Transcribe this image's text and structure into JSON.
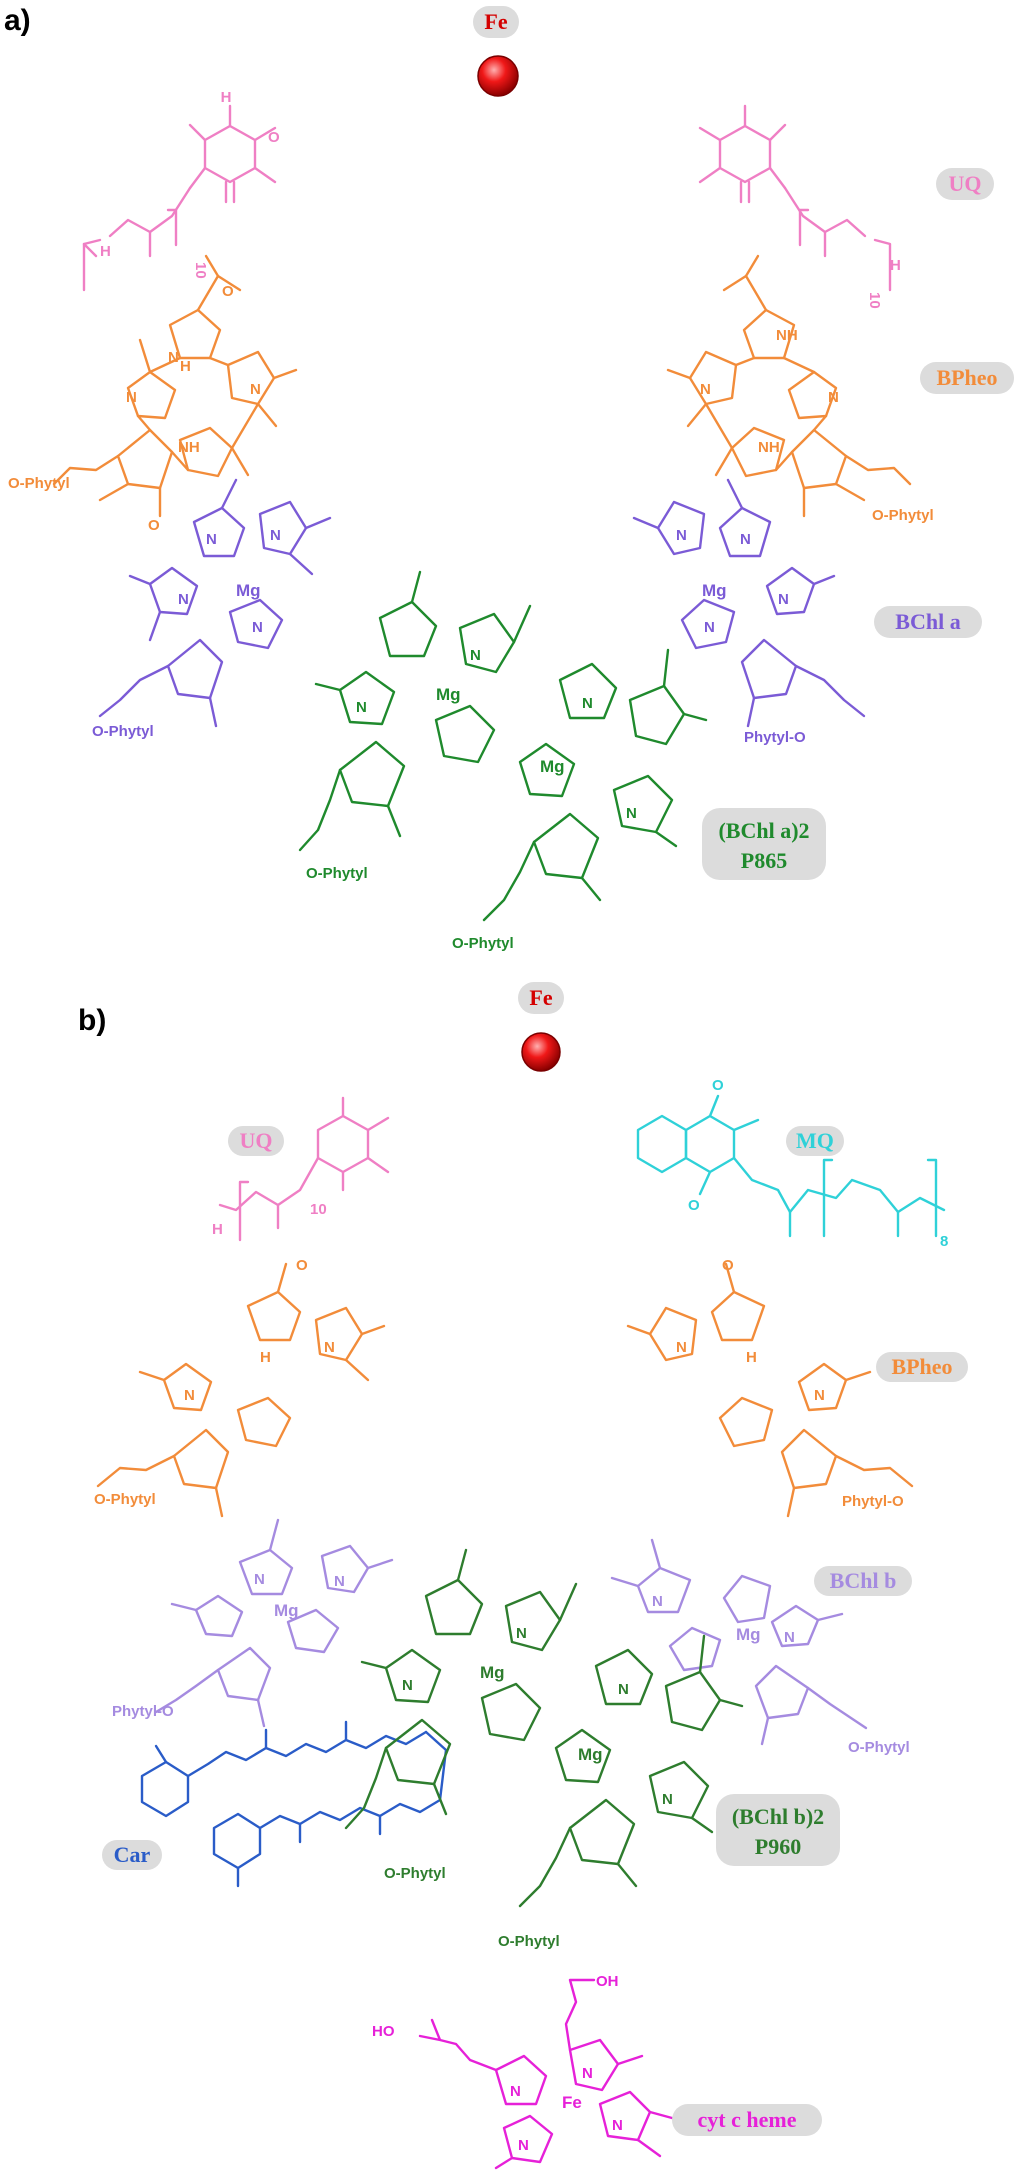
{
  "panel_a": {
    "label": "a)",
    "fe": "Fe",
    "uq": "UQ",
    "uq_repeat": "10",
    "uq_h": "H",
    "bpheo": "BPheo",
    "bchl_a": "BChl a",
    "dimer_name": "(BChl a)2",
    "dimer_code": "P865",
    "mg": "Mg",
    "n": "N",
    "nh": "NH",
    "h": "H",
    "o_phytyl": "O-Phytyl",
    "phytyl_o": "Phytyl-O"
  },
  "panel_b": {
    "label": "b)",
    "fe": "Fe",
    "uq": "UQ",
    "uq_repeat": "10",
    "mq": "MQ",
    "mq_repeat": "8",
    "bpheo": "BPheo",
    "bchl_b": "BChl b",
    "car": "Car",
    "dimer_name": "(BChl b)2",
    "dimer_code": "P960",
    "heme": "cyt c heme",
    "heme_fe": "Fe",
    "mg": "Mg",
    "n": "N",
    "o_phytyl": "O-Phytyl",
    "phytyl_o": "Phytyl-O",
    "oh": "OH",
    "ho": "HO"
  },
  "colors": {
    "fe": "#d40000",
    "uq": "#ef7fc4",
    "bpheo": "#f28c3a",
    "bchl_a": "#7b5bd6",
    "bchl_b": "#a58be0",
    "dimer": "#1f8a2d",
    "mq": "#2fd1d8",
    "car": "#2a5cc8",
    "heme": "#e621d8",
    "label_bg": "#dcdcdc"
  }
}
